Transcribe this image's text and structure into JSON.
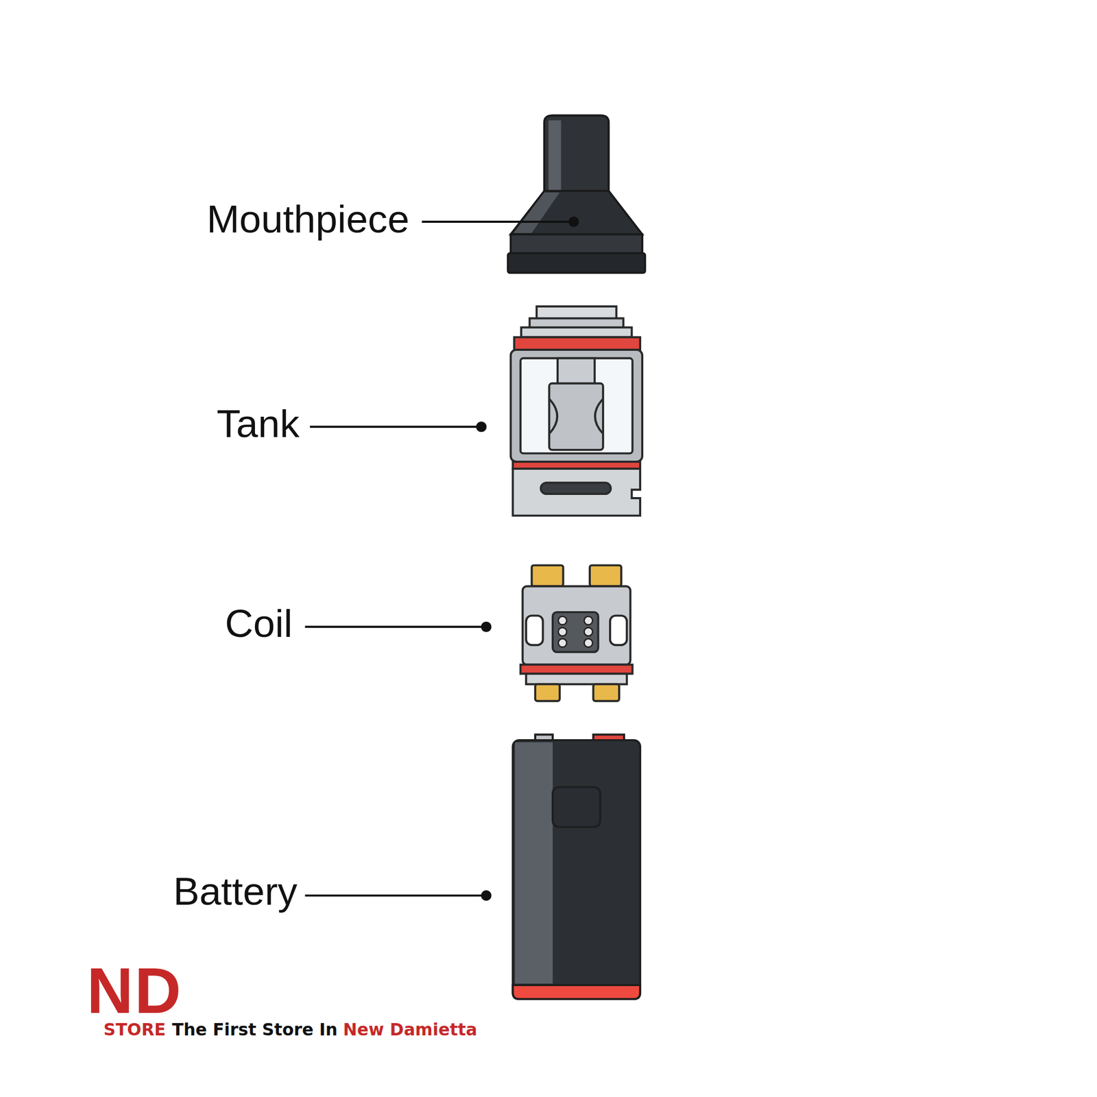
{
  "diagram": {
    "labels": [
      "Mouthpiece",
      "Tank",
      "Coil",
      "Battery",
      "ND",
      "STORE",
      "The First Store In",
      "New Damietta"
    ]
  }
}
